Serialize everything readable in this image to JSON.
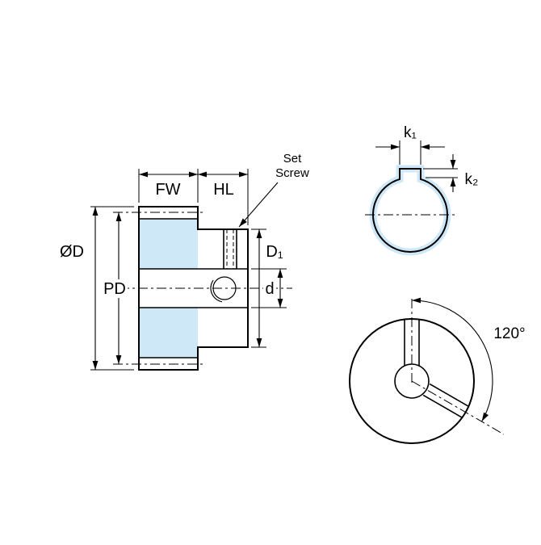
{
  "drawing": {
    "colors": {
      "highlight": "#cfe8f7",
      "line": "#000000"
    },
    "side_view": {
      "face_width_label": "FW",
      "hub_length_label": "HL",
      "set_screw_label_line1": "Set",
      "set_screw_label_line2": "Screw",
      "outer_diameter_label": "ØD",
      "pitch_diameter_label": "PD",
      "hub_diameter_label": "D₁",
      "bore_diameter_label": "d"
    },
    "keyway_view": {
      "keyway_width_label": "k₁",
      "keyway_depth_label": "k₂"
    },
    "front_view": {
      "set_screw_angle_label": "120°"
    }
  }
}
